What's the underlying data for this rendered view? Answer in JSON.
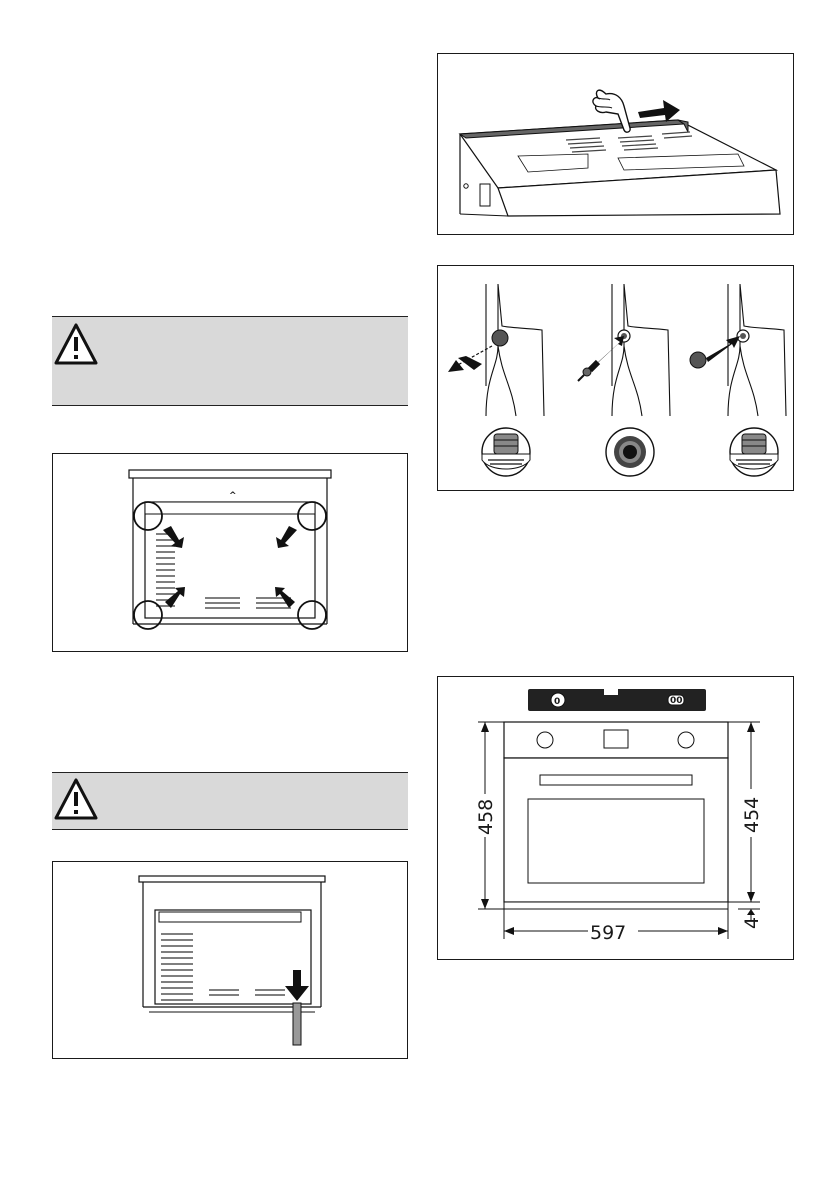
{
  "dimensions": {
    "height_left": "458",
    "height_right": "454",
    "width": "597",
    "gap": "4"
  },
  "figures": {
    "level_tool_left_mark": "0",
    "level_tool_right_mark": "00"
  },
  "colors": {
    "warning_bg": "#d9d9d9",
    "line": "#1a1a1a",
    "arrow": "#111111",
    "plug_dark": "#555555"
  }
}
